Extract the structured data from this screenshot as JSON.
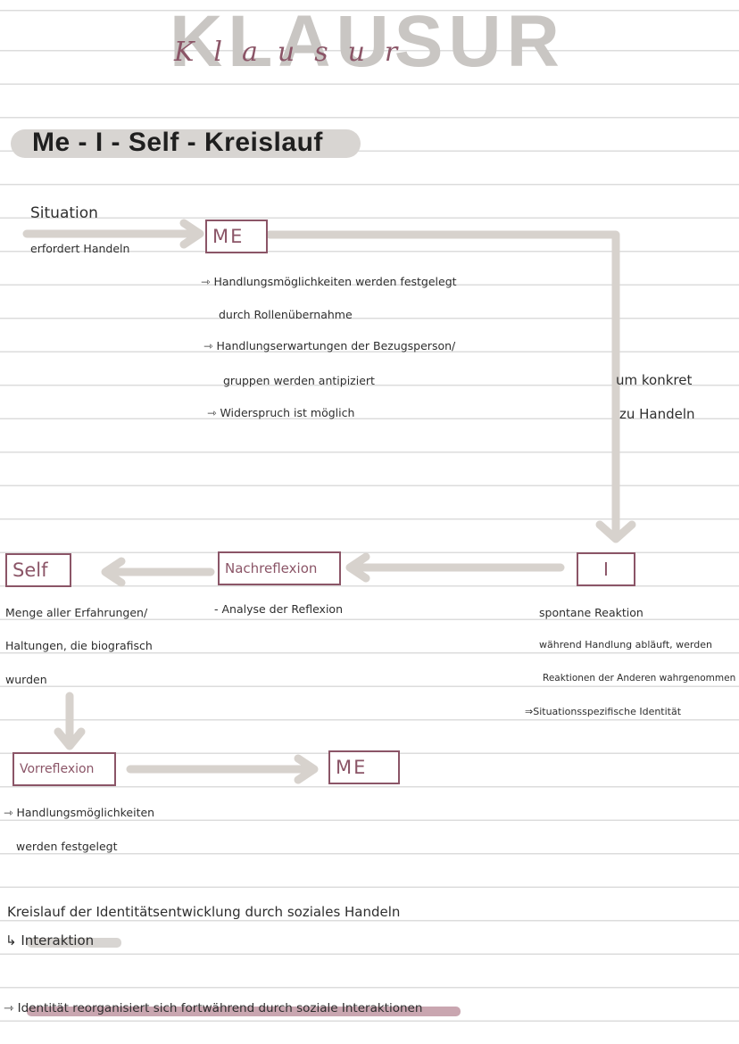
{
  "title": {
    "main": "KLAUSUR",
    "script": "Klausur"
  },
  "heading": "Me - I - Self - Kreislauf",
  "diagram": {
    "situation": "Situation",
    "situation_sub": "erfordert Handeln",
    "me_top": "ME",
    "me_notes": [
      "Handlungsmöglichkeiten werden festgelegt",
      "durch Rollenübernahme",
      "Handlungserwartungen der Bezugsperson/",
      "gruppen werden antipiziert",
      "Widerspruch ist möglich"
    ],
    "right_note": [
      "um konkret",
      "zu Handeln"
    ],
    "i_box": "I",
    "i_notes": [
      "spontane Reaktion",
      "während Handlung abläuft, werden",
      "Reaktionen der Anderen wahrgenommen",
      "Situationsspezifische Identität"
    ],
    "nachreflexion": "Nachreflexion",
    "nachreflexion_note": "Analyse der Reflexion",
    "self": "Self",
    "self_notes": [
      "Menge aller Erfahrungen/",
      "Haltungen, die biografisch",
      "wurden"
    ],
    "vorreflexion": "Vorreflexion",
    "me_bottom": "ME",
    "vorreflexion_notes": [
      "Handlungsmöglichkeiten",
      "werden festgelegt"
    ]
  },
  "summary": {
    "line1": "Kreislauf der Identitätsentwicklung durch soziales Handeln",
    "line2": "Interaktion",
    "line3": "Identität reorganisiert sich fortwährend durch soziale Interaktionen"
  },
  "colors": {
    "accent": "#8b5567",
    "arrow": "#d7d2cd",
    "highlight_gray": "#d8d5d2",
    "highlight_rose": "#c9a6b0"
  }
}
